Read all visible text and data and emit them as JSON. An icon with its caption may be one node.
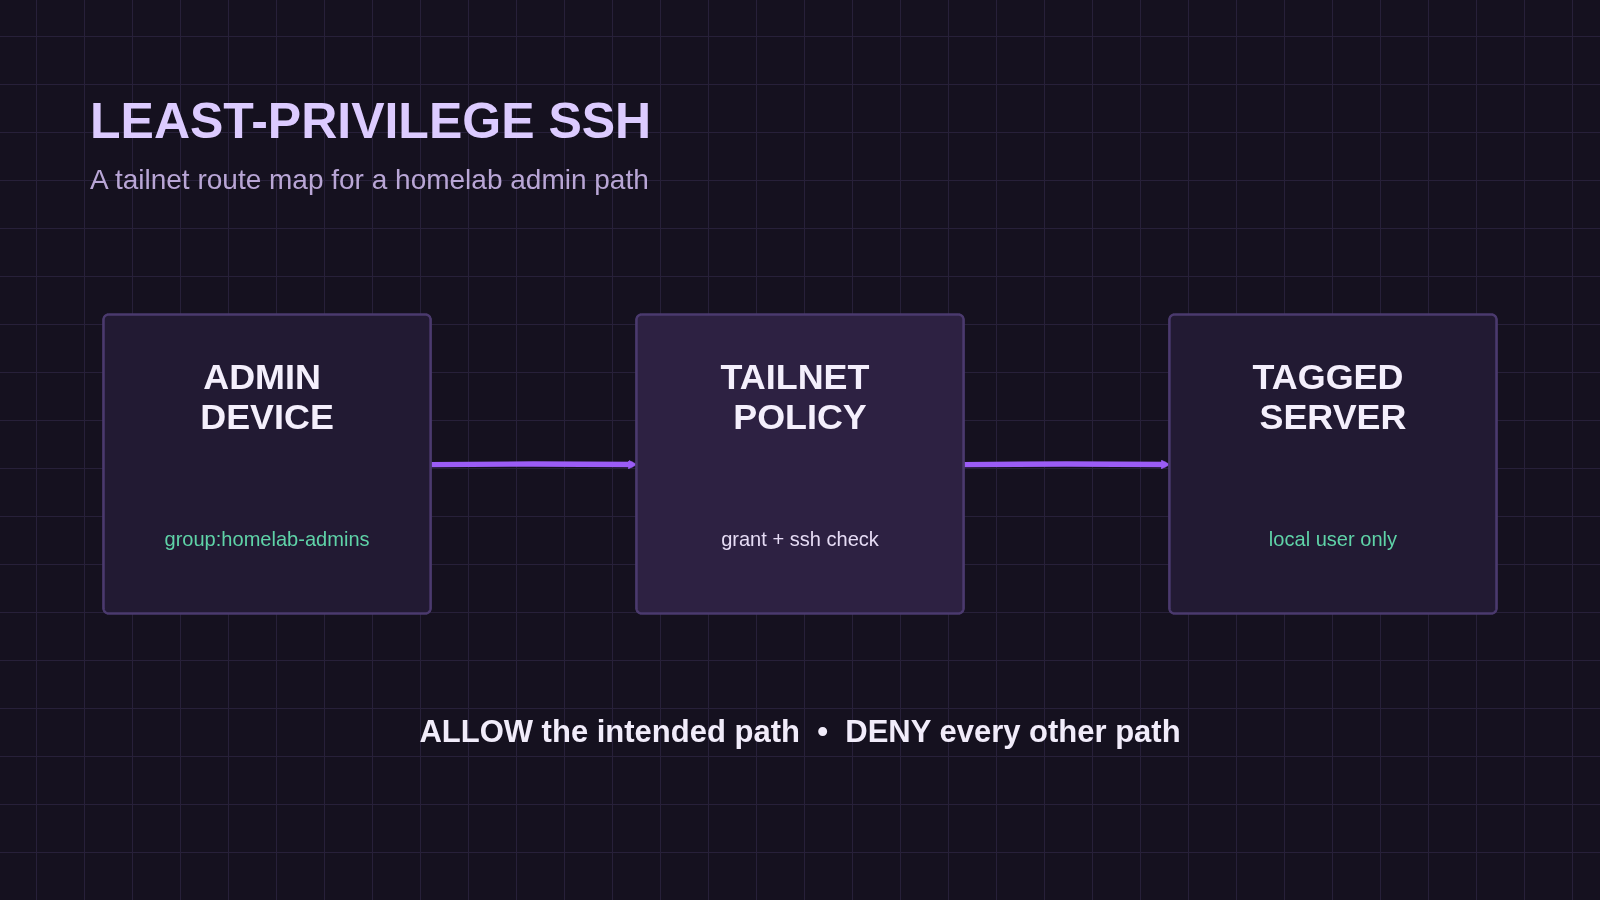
{
  "diagram": {
    "title": "LEAST-PRIVILEGE SSH",
    "nodes": [
      {
        "text": [
          "ADMIN DEVICE",
          "group:homelab-admins"
        ]
      },
      {
        "text": [
          "TAILNET POLICY",
          "grant + ssh check"
        ]
      },
      {
        "text": [
          "TAGGED SERVER",
          "local user only"
        ]
      }
    ],
    "edges": [
      {
        "from": 0,
        "to": 1,
        "arrow": "to"
      },
      {
        "from": 1,
        "to": 2,
        "arrow": "to"
      }
    ],
    "labels": [
      "A tailnet route map for a homelab admin path"
    ],
    "caption": "ALLOW the intended path  •  DENY every other path"
  }
}
